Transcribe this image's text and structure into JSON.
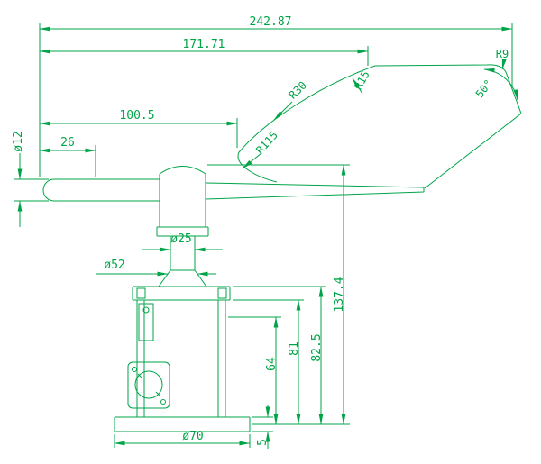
{
  "drawing": {
    "title": "Wind vane sensor dimensioned technical drawing",
    "line_color": "#00a448",
    "dims": {
      "overall_length": "242.87",
      "vane_length": "171.71",
      "fin_offset": "100.5",
      "counterweight_length": "26",
      "rod_diameter": "ø12",
      "shaft_diameter": "ø25",
      "cap_diameter": "ø52",
      "flange_diameter": "ø70",
      "overall_height": "137.4",
      "body_height_outer": "82.5",
      "body_height": "81",
      "lower_height": "64",
      "flange_thickness": "5",
      "fin_radius_large": "R115",
      "fin_radius_mid": "R30",
      "fin_radius_small": "R15",
      "fin_corner_radius": "R9",
      "fin_angle": "50°"
    }
  }
}
